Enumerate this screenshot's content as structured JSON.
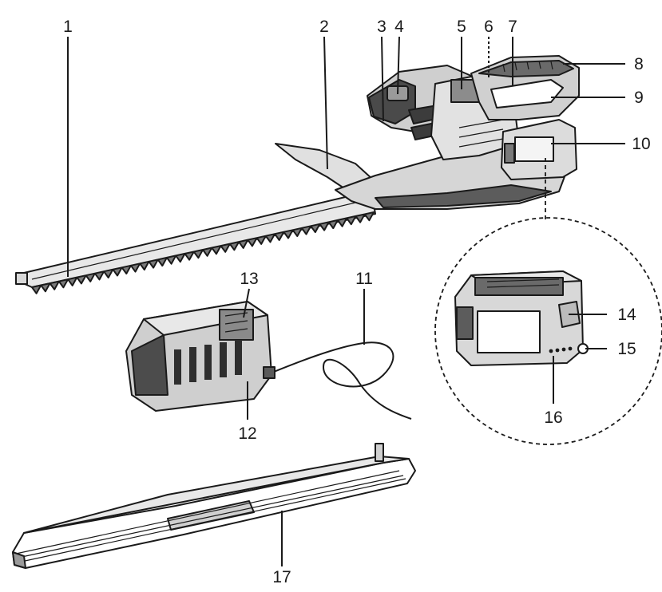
{
  "callouts": [
    {
      "id": "1",
      "label": "1"
    },
    {
      "id": "2",
      "label": "2"
    },
    {
      "id": "3",
      "label": "3"
    },
    {
      "id": "4",
      "label": "4"
    },
    {
      "id": "5",
      "label": "5"
    },
    {
      "id": "6",
      "label": "6"
    },
    {
      "id": "7",
      "label": "7"
    },
    {
      "id": "8",
      "label": "8"
    },
    {
      "id": "9",
      "label": "9"
    },
    {
      "id": "10",
      "label": "10"
    },
    {
      "id": "11",
      "label": "11"
    },
    {
      "id": "12",
      "label": "12"
    },
    {
      "id": "13",
      "label": "13"
    },
    {
      "id": "14",
      "label": "14"
    },
    {
      "id": "15",
      "label": "15"
    },
    {
      "id": "16",
      "label": "16"
    },
    {
      "id": "17",
      "label": "17"
    }
  ],
  "colors": {
    "line": "#1a1a1a",
    "body_light": "#e6e6e6",
    "body_mid": "#bdbdbd",
    "body_dark": "#4d4d4d",
    "background": "#ffffff"
  }
}
